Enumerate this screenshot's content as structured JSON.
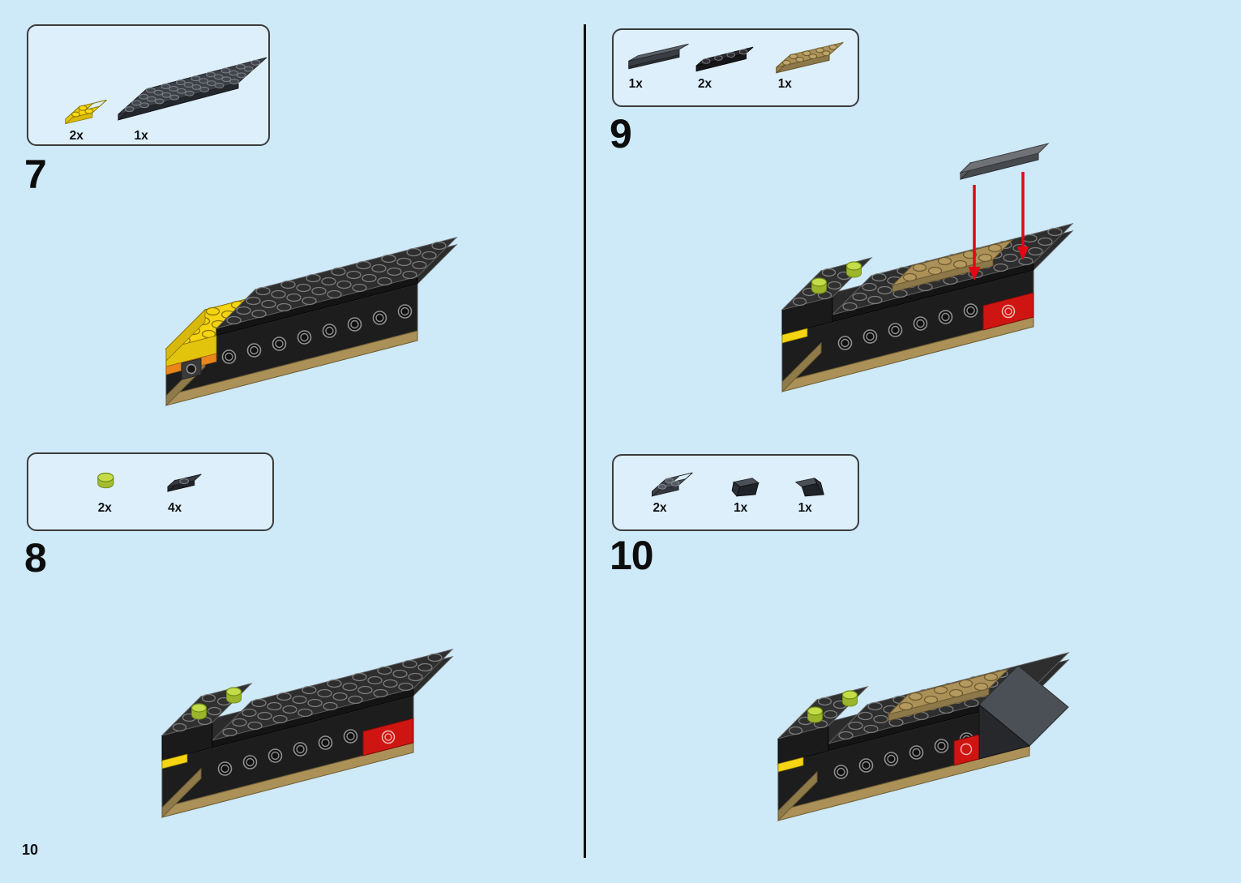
{
  "page": {
    "number": "10"
  },
  "colors": {
    "background": "#cee9f8",
    "panel": "#dceffb",
    "yellow": "#f5d411",
    "orange": "#e8861c",
    "lime": "#c3dc48",
    "red": "#cf1512",
    "dark_tan": "#ab9158",
    "arrow_red": "#e30613",
    "brick_black": "#2b2b2b",
    "brick_dark_gray": "#4b5056"
  },
  "steps": [
    {
      "number": "7",
      "parts": [
        {
          "qty": "2x",
          "name": "yellow-corner-plate-2x2"
        },
        {
          "qty": "1x",
          "name": "black-plate-4x8"
        }
      ]
    },
    {
      "number": "8",
      "parts": [
        {
          "qty": "2x",
          "name": "lime-round-plate-1x1"
        },
        {
          "qty": "4x",
          "name": "black-jumper-plate-1x2"
        }
      ]
    },
    {
      "number": "9",
      "parts": [
        {
          "qty": "1x",
          "name": "dark-gray-slope-1x4"
        },
        {
          "qty": "2x",
          "name": "black-plate-1x4"
        },
        {
          "qty": "1x",
          "name": "dark-tan-plate-2x4"
        }
      ]
    },
    {
      "number": "10",
      "parts": [
        {
          "qty": "2x",
          "name": "dark-gray-corner-plate-2x2"
        },
        {
          "qty": "1x",
          "name": "black-wedge-slope-left"
        },
        {
          "qty": "1x",
          "name": "black-wedge-slope-right"
        }
      ]
    }
  ]
}
